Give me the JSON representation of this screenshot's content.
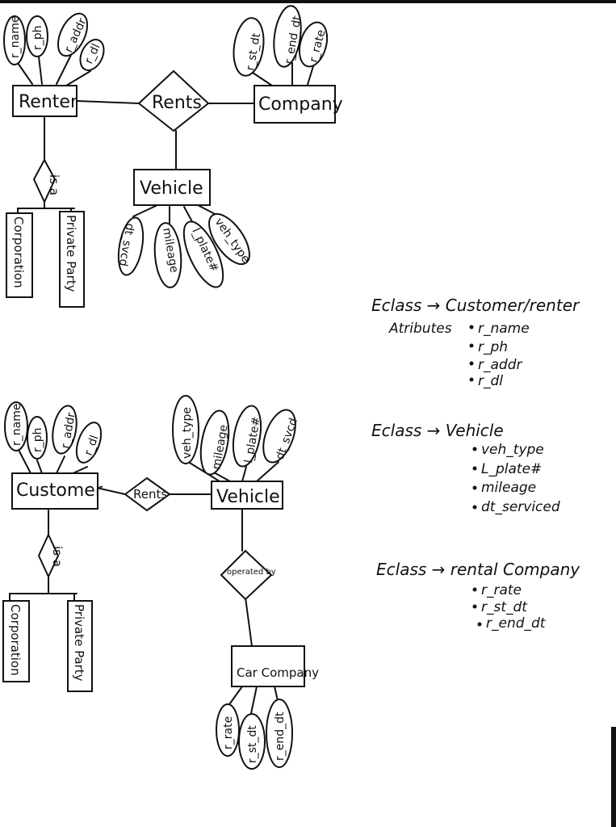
{
  "diagram1": {
    "entities": {
      "renter": "Renter",
      "company": "Company",
      "vehicle": "Vehicle",
      "corporation": "Corporation",
      "private_party": "Private Party"
    },
    "relationships": {
      "rents": "Rents",
      "isa": "is a"
    },
    "renter_attrs": [
      "r_name",
      "r_ph",
      "r_addr",
      "r_dl"
    ],
    "company_attrs": [
      "r_st_dt",
      "r_end_dt",
      "r_rate"
    ],
    "vehicle_attrs": [
      "dt_svcd",
      "mileage",
      "l_plate#",
      "veh_type"
    ]
  },
  "diagram2": {
    "entities": {
      "customer": "Customer",
      "vehicle": "Vehicle",
      "car_company": "Car Company",
      "corporation": "Corporation",
      "private_party": "Private Party"
    },
    "relationships": {
      "rents": "Rents",
      "isa": "is a",
      "operated_by": "operated by"
    },
    "customer_attrs": [
      "r_name",
      "r_ph",
      "r_addr",
      "r_dl"
    ],
    "vehicle_attrs": [
      "veh_type",
      "mileage",
      "l_plate#",
      "dt_svcd"
    ],
    "company_attrs": [
      "r_rate",
      "r_st_dt",
      "r_end_dt"
    ]
  },
  "notes": {
    "customer": {
      "heading": "Eclass → Customer/renter",
      "sub": "Atributes",
      "items": [
        "r_name",
        "r_ph",
        "r_addr",
        "r_dl"
      ]
    },
    "vehicle": {
      "heading": "Eclass → Vehicle",
      "items": [
        "veh_type",
        "L_plate#",
        "mileage",
        "dt_serviced"
      ]
    },
    "rental": {
      "heading": "Eclass → rental Company",
      "items": [
        "r_rate",
        "r_st_dt",
        "r_end_dt"
      ]
    }
  }
}
